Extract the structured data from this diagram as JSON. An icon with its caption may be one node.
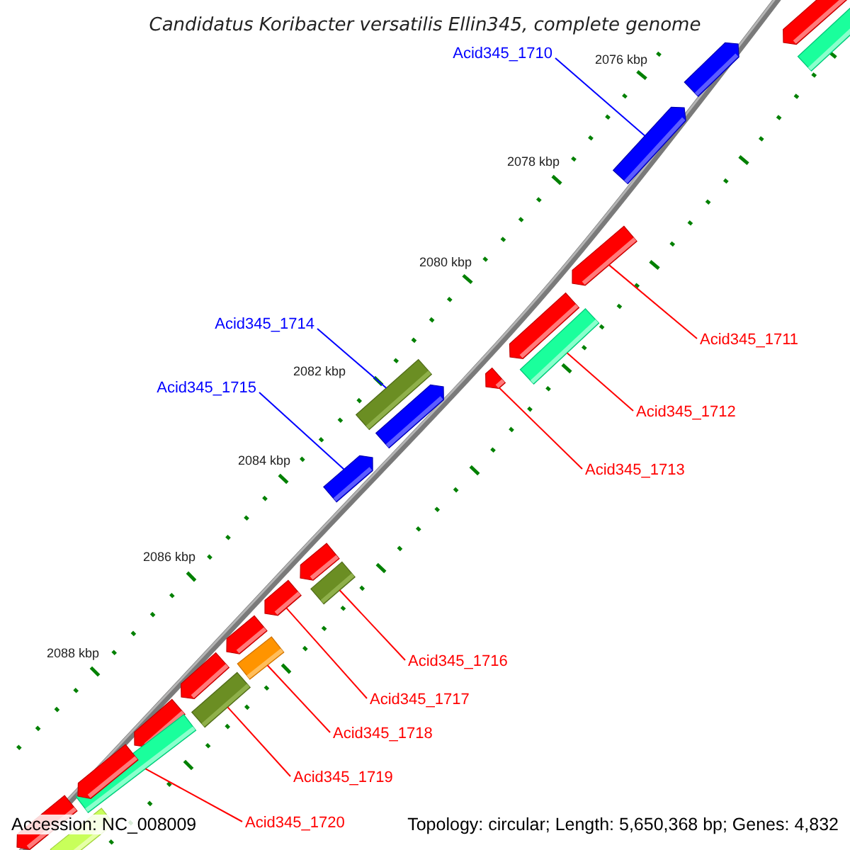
{
  "diagram": {
    "title": "Candidatus Koribacter versatilis Ellin345, complete genome",
    "nodes": [
      {
        "text": [
          "Acid345_1710"
        ]
      },
      {
        "text": [
          "Acid345_1711"
        ]
      },
      {
        "text": [
          "Acid345_1712"
        ]
      },
      {
        "text": [
          "Acid345_1713"
        ]
      },
      {
        "text": [
          "Acid345_1714"
        ]
      },
      {
        "text": [
          "Acid345_1715"
        ]
      },
      {
        "text": [
          "Acid345_1716"
        ]
      },
      {
        "text": [
          "Acid345_1717"
        ]
      },
      {
        "text": [
          "Acid345_1718"
        ]
      },
      {
        "text": [
          "Acid345_1719"
        ]
      },
      {
        "text": [
          "Acid345_1720"
        ]
      },
      {
        "text": [],
        "shape": "bar"
      },
      {
        "text": [],
        "shape": "bar"
      },
      {
        "text": [],
        "shape": "bar"
      },
      {
        "text": [],
        "shape": "bar"
      },
      {
        "text": [],
        "shape": "bar"
      },
      {
        "text": [],
        "shape": "bar"
      },
      {
        "text": [],
        "shape": "bar"
      },
      {
        "text": [],
        "shape": "bar"
      },
      {
        "text": [],
        "shape": "bar"
      },
      {
        "text": [],
        "shape": "bar"
      },
      {
        "text": [],
        "shape": "bar"
      },
      {
        "text": [],
        "shape": "bar"
      },
      {
        "text": [],
        "shape": "bar"
      },
      {
        "text": [],
        "shape": "bar"
      },
      {
        "text": [],
        "shape": "bar"
      },
      {
        "text": [],
        "shape": "bar"
      },
      {
        "text": [],
        "shape": "bar"
      },
      {
        "text": [],
        "shape": "bar"
      },
      {
        "text": [],
        "shape": "bar"
      },
      {
        "text": [],
        "shape": "bar"
      },
      {
        "text": [],
        "shape": "bar"
      },
      {
        "text": [],
        "shape": "bar"
      },
      {
        "text": [],
        "shape": "bar"
      }
    ],
    "edges": [
      {
        "from": 0,
        "to": 14,
        "arrow": "none",
        "color": "#0000ff"
      },
      {
        "from": 1,
        "to": 15,
        "arrow": "none"
      },
      {
        "from": 2,
        "to": 17,
        "arrow": "none"
      },
      {
        "from": 3,
        "to": 18,
        "arrow": "none"
      },
      {
        "from": 4,
        "to": 19,
        "arrow": "none",
        "color": "#0000ff"
      },
      {
        "from": 5,
        "to": 21,
        "arrow": "none",
        "color": "#0000ff"
      },
      {
        "from": 6,
        "to": 23,
        "arrow": "none"
      },
      {
        "from": 7,
        "to": 24,
        "arrow": "none"
      },
      {
        "from": 8,
        "to": 26,
        "arrow": "none"
      },
      {
        "from": 9,
        "to": 28,
        "arrow": "none"
      },
      {
        "from": 10,
        "to": 30,
        "arrow": "none"
      }
    ],
    "labels": [
      "2076 kbp",
      "2078 kbp",
      "2080 kbp",
      "2082 kbp",
      "2084 kbp",
      "2086 kbp",
      "2088 kbp",
      "Accession: NC_008009",
      "Topology: circular; Length: 5,650,368 bp; Genes: 4,832"
    ]
  }
}
